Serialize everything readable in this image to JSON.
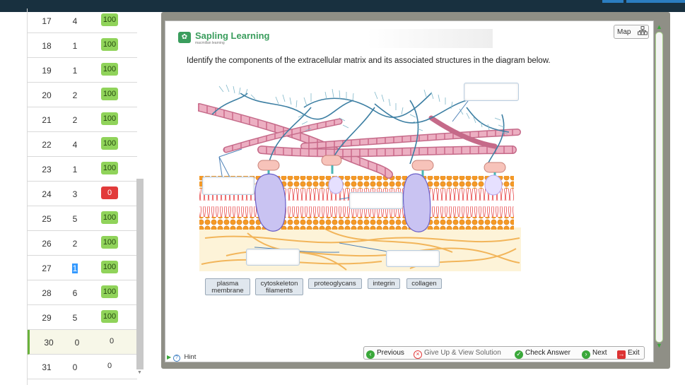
{
  "rows": [
    {
      "num": "17",
      "tries": "4",
      "score": "100",
      "kind": "green"
    },
    {
      "num": "18",
      "tries": "1",
      "score": "100",
      "kind": "green"
    },
    {
      "num": "19",
      "tries": "1",
      "score": "100",
      "kind": "green"
    },
    {
      "num": "20",
      "tries": "2",
      "score": "100",
      "kind": "green"
    },
    {
      "num": "21",
      "tries": "2",
      "score": "100",
      "kind": "green"
    },
    {
      "num": "22",
      "tries": "4",
      "score": "100",
      "kind": "green"
    },
    {
      "num": "23",
      "tries": "1",
      "score": "100",
      "kind": "green"
    },
    {
      "num": "24",
      "tries": "3",
      "score": "0",
      "kind": "red"
    },
    {
      "num": "25",
      "tries": "5",
      "score": "100",
      "kind": "green"
    },
    {
      "num": "26",
      "tries": "2",
      "score": "100",
      "kind": "green"
    },
    {
      "num": "27",
      "tries": "1",
      "score": "100",
      "kind": "green"
    },
    {
      "num": "28",
      "tries": "6",
      "score": "100",
      "kind": "green"
    },
    {
      "num": "29",
      "tries": "5",
      "score": "100",
      "kind": "green"
    },
    {
      "num": "30",
      "tries": "0",
      "score": "0",
      "kind": "plain"
    },
    {
      "num": "31",
      "tries": "0",
      "score": "0",
      "kind": "plain"
    }
  ],
  "current_row": "30",
  "logo": {
    "name": "Sapling Learning",
    "sub": "macmillan learning"
  },
  "map_label": "Map",
  "question": "Identify the components of the extracellular matrix and its associated structures in the diagram below.",
  "labels": [
    "plasma membrane",
    "cytoskeleton filaments",
    "proteoglycans",
    "integrin",
    "collagen"
  ],
  "labels_display": {
    "plasma_1": "plasma",
    "plasma_2": "membrane",
    "cyto_1": "cytoskeleton",
    "cyto_2": "filaments",
    "proteoglycans": "proteoglycans",
    "integrin": "integrin",
    "collagen": "collagen"
  },
  "hint": "Hint",
  "actions": {
    "previous": "Previous",
    "give_up": "Give Up & View Solution",
    "check": "Check Answer",
    "next": "Next",
    "exit": "Exit"
  },
  "colors": {
    "score_green": "#90d35a",
    "score_red": "#e23b3b",
    "brand_green": "#3a9d5d",
    "collagen_pink": "#e8a1b8",
    "proteoglycan_blue": "#3d7fa3",
    "integrin_purple": "#c9c3f2",
    "membrane_orange": "#f59a27"
  }
}
